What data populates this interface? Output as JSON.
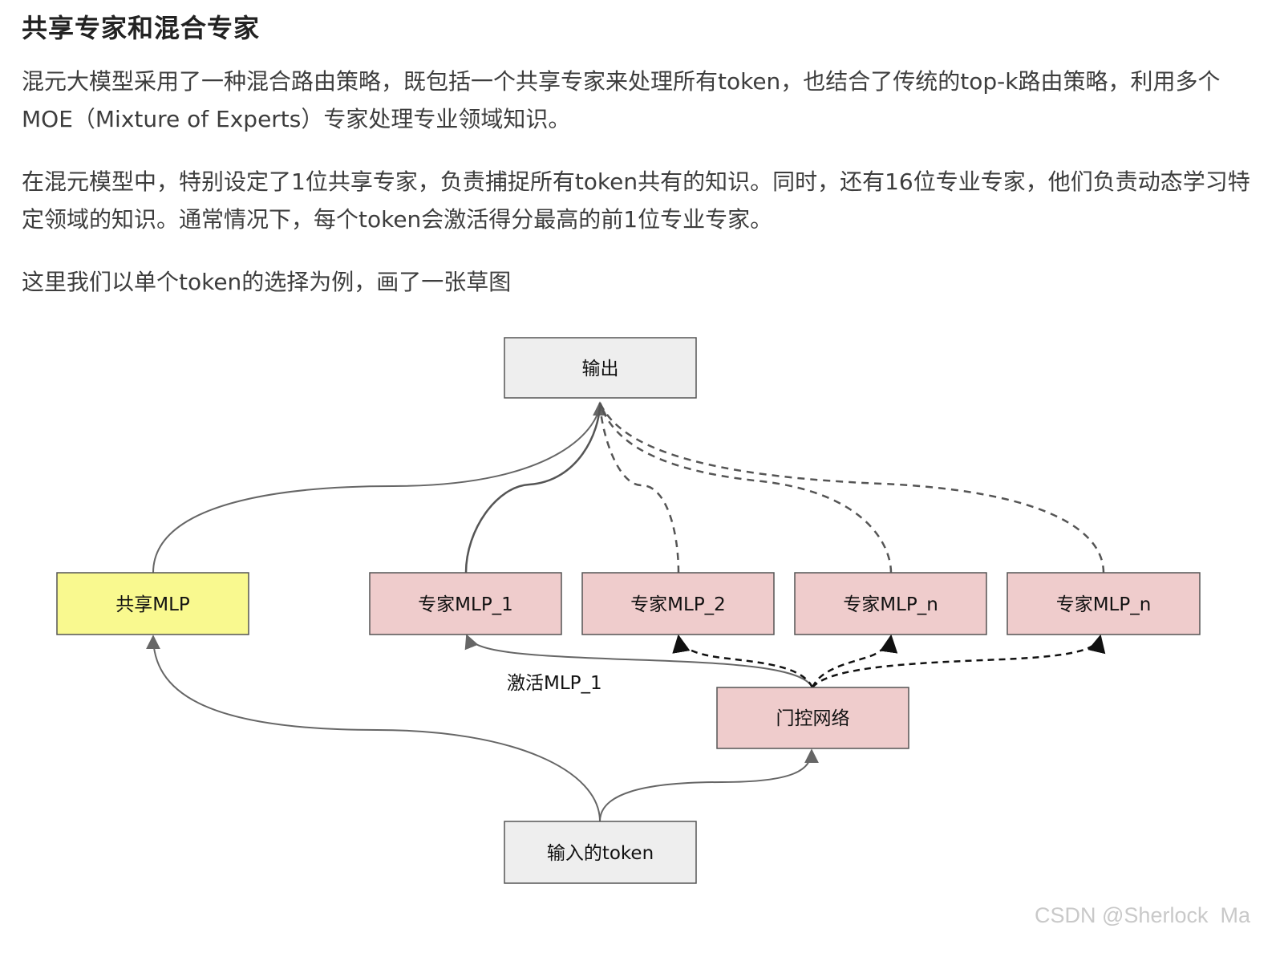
{
  "heading": "共享专家和混合专家",
  "paragraphs": [
    "混元大模型采用了一种混合路由策略，既包括一个共享专家来处理所有token，也结合了传统的top-k路由策略，利用多个MOE（Mixture of Experts）专家处理专业领域知识。",
    "在混元模型中，特别设定了1位共享专家，负责捕捉所有token共有的知识。同时，还有16位专业专家，他们负责动态学习特定领域的知识。通常情况下，每个token会激活得分最高的前1位专业专家。",
    "这里我们以单个token的选择为例，画了一张草图"
  ],
  "diagram": {
    "output_label": "输出",
    "shared_label": "共享MLP",
    "expert_labels": [
      "专家MLP_1",
      "专家MLP_2",
      "专家MLP_n",
      "专家MLP_n"
    ],
    "gate_label": "门控网络",
    "input_label": "输入的token",
    "activate_label": "激活MLP_1",
    "colors": {
      "neutral_fill": "#eeeeee",
      "shared_fill": "#f9f98f",
      "expert_fill": "#efcccc",
      "border": "#555555",
      "line": "#666666",
      "dashed": "#555555"
    }
  },
  "watermark": "CSDN @Sherlock  Ma"
}
